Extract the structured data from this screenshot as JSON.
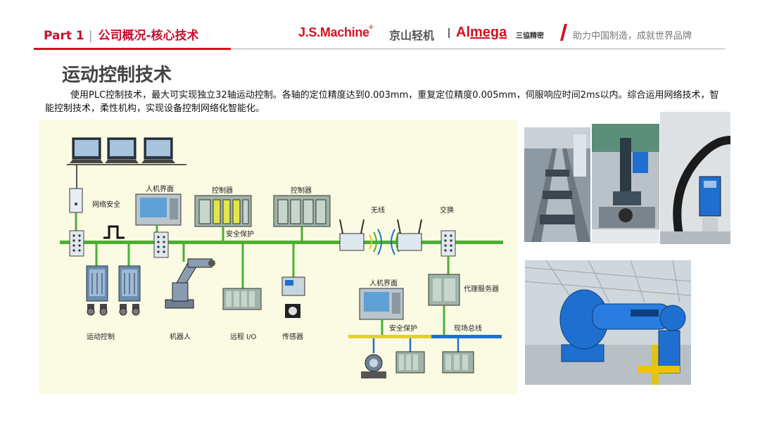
{
  "header": {
    "part": "Part 1",
    "sep": "|",
    "section": "公司概况-核心技术",
    "logo_js": "J.S.Machine",
    "logo_js_mark": "®",
    "logo_js_cn": "京山轻机",
    "logo_al_a": "Al",
    "logo_al_b": "mega",
    "logo_sanxie": "三協精密",
    "slogan": "助力中国制造，成就世界品牌"
  },
  "title": "运动控制技术",
  "paragraph": "使用PLC控制技术，最大可实现独立32轴运动控制。各轴的定位精度达到0.003mm，重复定位精度0.005mm，伺服响应时间2ms以内。综合运用网络技术，智能控制技术，柔性机构，实现设备控制网络化智能化。",
  "diagram": {
    "network_security": "网络安全",
    "hmi_top": "人机界面",
    "controller_1": "控制器",
    "controller_2": "控制器",
    "safety_protect": "安全保护",
    "wireless": "无线",
    "switch": "交换",
    "hmi_bottom": "人机界面",
    "proxy_server": "代理服务器",
    "safety_protect_2": "安全保护",
    "fieldbus": "现场总线",
    "motion_control": "运动控制",
    "robot": "机器人",
    "remote_io": "远程 I/O",
    "sensor": "传感器"
  },
  "colors": {
    "brand_red": "#d3121f",
    "bus_green": "#4caf32",
    "diagram_bg": "#fbfbe4",
    "robot_blue": "#1f6fd0"
  }
}
